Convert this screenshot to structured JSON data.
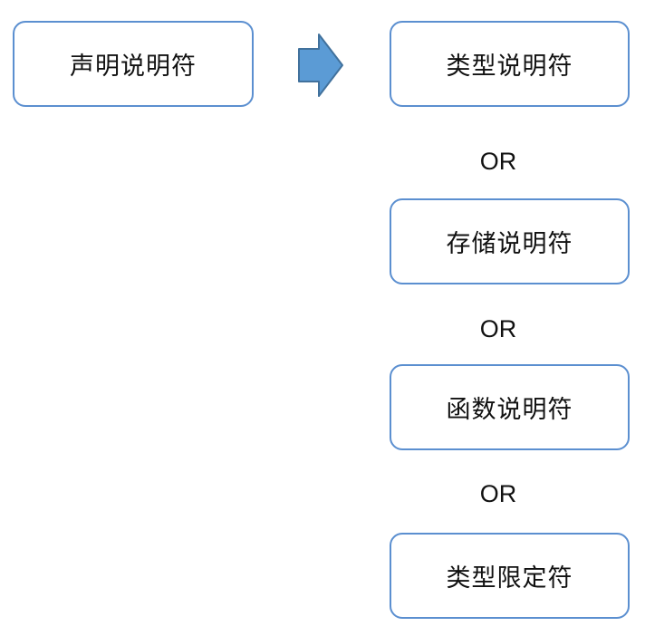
{
  "source": {
    "label": "声明说明符"
  },
  "connector": "OR",
  "alternatives": [
    {
      "label": "类型说明符"
    },
    {
      "label": "存储说明符"
    },
    {
      "label": "函数说明符"
    },
    {
      "label": "类型限定符"
    }
  ],
  "colors": {
    "border": "#5b8fd0",
    "arrow_fill": "#5b9bd5",
    "arrow_stroke": "#41719c",
    "text": "#111111"
  }
}
